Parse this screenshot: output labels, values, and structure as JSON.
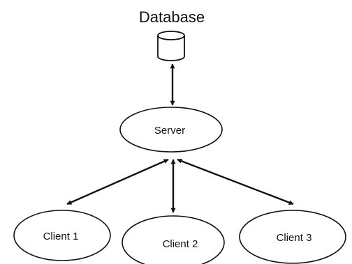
{
  "diagram": {
    "database_label": "Database",
    "server_label": "Server",
    "clients": [
      {
        "label": "Client 1"
      },
      {
        "label": "Client 2"
      },
      {
        "label": "Client 3"
      }
    ],
    "connections": [
      {
        "from": "Database",
        "to": "Server",
        "direction": "bidirectional"
      },
      {
        "from": "Server",
        "to": "Client 1",
        "direction": "bidirectional"
      },
      {
        "from": "Server",
        "to": "Client 2",
        "direction": "bidirectional"
      },
      {
        "from": "Server",
        "to": "Client 3",
        "direction": "bidirectional"
      }
    ],
    "colors": {
      "stroke": "#111111",
      "background": "#ffffff"
    }
  }
}
